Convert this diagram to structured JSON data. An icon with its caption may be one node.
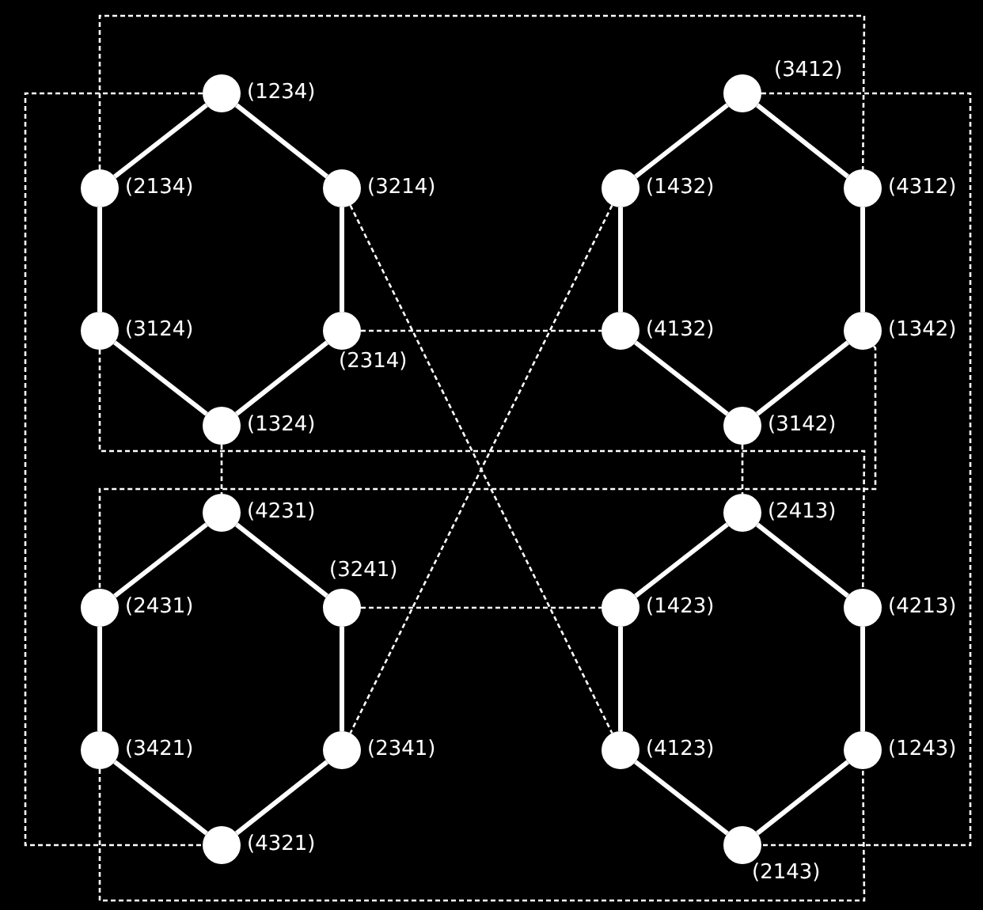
{
  "diagram": {
    "nodes": [
      {
        "text": [],
        "shape": "circle",
        "beside": [
          "(1234)"
        ]
      },
      {
        "text": [],
        "shape": "circle",
        "beside": [
          "(2134)"
        ]
      },
      {
        "text": [],
        "shape": "circle",
        "beside": [
          "(3214)"
        ]
      },
      {
        "text": [],
        "shape": "circle",
        "beside": [
          "(3124)"
        ]
      },
      {
        "text": [],
        "shape": "circle",
        "beside": [
          "(2314)"
        ]
      },
      {
        "text": [],
        "shape": "circle",
        "beside": [
          "(1324)"
        ]
      },
      {
        "text": [],
        "shape": "circle",
        "beside": [
          "(3412)"
        ]
      },
      {
        "text": [],
        "shape": "circle",
        "beside": [
          "(1432)"
        ]
      },
      {
        "text": [],
        "shape": "circle",
        "beside": [
          "(4312)"
        ]
      },
      {
        "text": [],
        "shape": "circle",
        "beside": [
          "(4132)"
        ]
      },
      {
        "text": [],
        "shape": "circle",
        "beside": [
          "(1342)"
        ]
      },
      {
        "text": [],
        "shape": "circle",
        "beside": [
          "(3142)"
        ]
      },
      {
        "text": [],
        "shape": "circle",
        "beside": [
          "(4231)"
        ]
      },
      {
        "text": [],
        "shape": "circle",
        "beside": [
          "(2431)"
        ]
      },
      {
        "text": [],
        "shape": "circle",
        "beside": [
          "(3241)"
        ]
      },
      {
        "text": [],
        "shape": "circle",
        "beside": [
          "(3421)"
        ]
      },
      {
        "text": [],
        "shape": "circle",
        "beside": [
          "(2341)"
        ]
      },
      {
        "text": [],
        "shape": "circle",
        "beside": [
          "(4321)"
        ]
      },
      {
        "text": [],
        "shape": "circle",
        "beside": [
          "(2413)"
        ]
      },
      {
        "text": [],
        "shape": "circle",
        "beside": [
          "(1423)"
        ]
      },
      {
        "text": [],
        "shape": "circle",
        "beside": [
          "(4213)"
        ]
      },
      {
        "text": [],
        "shape": "circle",
        "beside": [
          "(4123)"
        ]
      },
      {
        "text": [],
        "shape": "circle",
        "beside": [
          "(1243)"
        ]
      },
      {
        "text": [],
        "shape": "circle",
        "beside": [
          "(2143)"
        ]
      }
    ],
    "edges": [
      {
        "from": 0,
        "to": 1,
        "arrow": "none"
      },
      {
        "from": 0,
        "to": 2,
        "arrow": "none"
      },
      {
        "from": 1,
        "to": 3,
        "arrow": "none"
      },
      {
        "from": 2,
        "to": 4,
        "arrow": "none"
      },
      {
        "from": 3,
        "to": 5,
        "arrow": "none"
      },
      {
        "from": 4,
        "to": 5,
        "arrow": "none"
      },
      {
        "from": 6,
        "to": 7,
        "arrow": "none"
      },
      {
        "from": 6,
        "to": 8,
        "arrow": "none"
      },
      {
        "from": 7,
        "to": 9,
        "arrow": "none"
      },
      {
        "from": 8,
        "to": 10,
        "arrow": "none"
      },
      {
        "from": 9,
        "to": 11,
        "arrow": "none"
      },
      {
        "from": 10,
        "to": 11,
        "arrow": "none"
      },
      {
        "from": 12,
        "to": 13,
        "arrow": "none"
      },
      {
        "from": 12,
        "to": 14,
        "arrow": "none"
      },
      {
        "from": 13,
        "to": 15,
        "arrow": "none"
      },
      {
        "from": 14,
        "to": 16,
        "arrow": "none"
      },
      {
        "from": 15,
        "to": 17,
        "arrow": "none"
      },
      {
        "from": 16,
        "to": 17,
        "arrow": "none"
      },
      {
        "from": 18,
        "to": 19,
        "arrow": "none"
      },
      {
        "from": 18,
        "to": 20,
        "arrow": "none"
      },
      {
        "from": 19,
        "to": 21,
        "arrow": "none"
      },
      {
        "from": 20,
        "to": 22,
        "arrow": "none"
      },
      {
        "from": 21,
        "to": 23,
        "arrow": "none"
      },
      {
        "from": 22,
        "to": 23,
        "arrow": "none"
      },
      {
        "from": 0,
        "to": 17,
        "arrow": "none",
        "style": "dashed"
      },
      {
        "from": 1,
        "to": 8,
        "arrow": "none",
        "style": "dashed"
      },
      {
        "from": 2,
        "to": 21,
        "arrow": "none",
        "style": "dashed"
      },
      {
        "from": 4,
        "to": 9,
        "arrow": "none",
        "style": "dashed"
      },
      {
        "from": 7,
        "to": 16,
        "arrow": "none",
        "style": "dashed"
      },
      {
        "from": 14,
        "to": 19,
        "arrow": "none",
        "style": "dashed"
      },
      {
        "from": 5,
        "to": 12,
        "arrow": "none",
        "style": "dashed"
      },
      {
        "from": 11,
        "to": 18,
        "arrow": "none",
        "style": "dashed"
      },
      {
        "from": 6,
        "to": 23,
        "arrow": "none",
        "style": "dashed"
      },
      {
        "from": 3,
        "to": 20,
        "arrow": "none",
        "style": "dashed"
      },
      {
        "from": 10,
        "to": 13,
        "arrow": "none",
        "style": "dashed"
      },
      {
        "from": 15,
        "to": 22,
        "arrow": "none",
        "style": "dashed"
      }
    ]
  }
}
